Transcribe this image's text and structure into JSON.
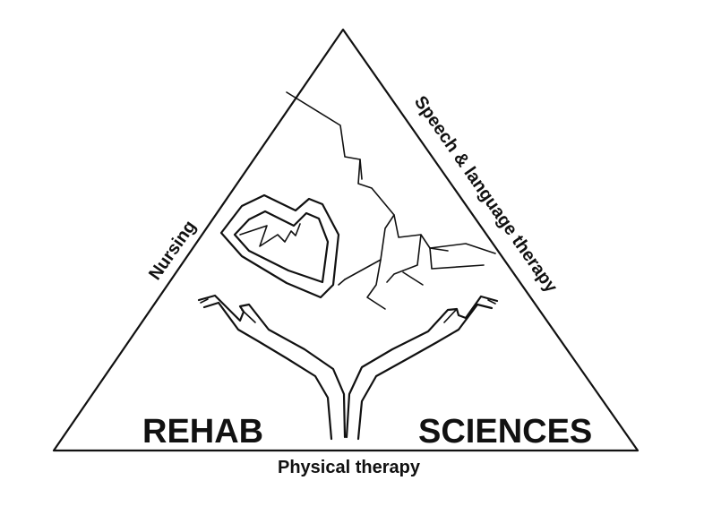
{
  "labels": {
    "left_side": "Nursing",
    "right_side": "Speech & language therapy",
    "bottom": "Physical therapy",
    "word_left": "REHAB",
    "word_right": "SCIENCES"
  },
  "colors": {
    "ink": "#111111",
    "background": "#ffffff"
  }
}
